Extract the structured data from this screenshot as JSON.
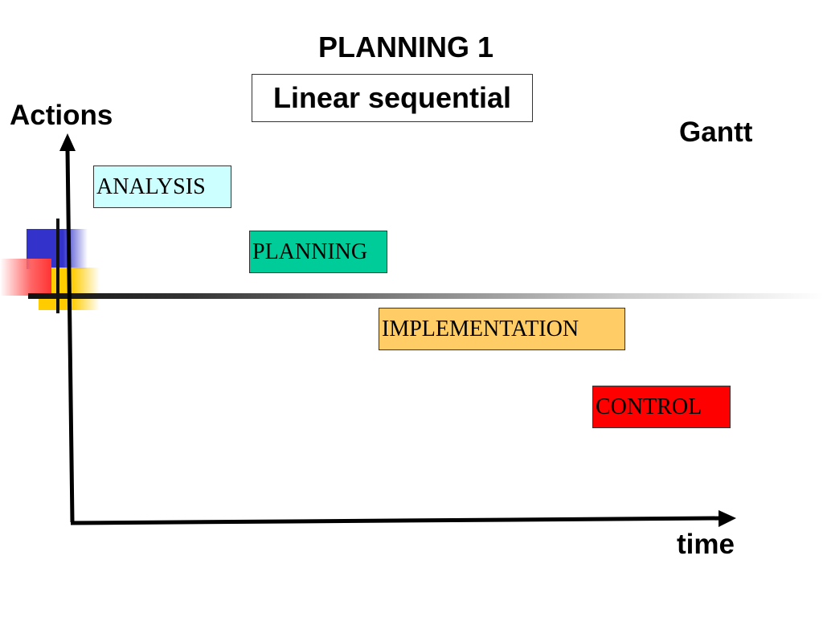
{
  "slide": {
    "title": "PLANNING 1",
    "subtitle": "Linear sequential",
    "chart_kind_label": "Gantt",
    "y_axis_label": "Actions",
    "x_axis_label": "time"
  },
  "phases": [
    {
      "label": "ANALYSIS",
      "color": "#ccffff"
    },
    {
      "label": "PLANNING",
      "color": "#00cc99"
    },
    {
      "label": "IMPLEMENTATION",
      "color": "#ffcc66"
    },
    {
      "label": "CONTROL",
      "color": "#ff0000"
    }
  ],
  "colors": {
    "axis": "#000000",
    "deco_blue": "#3333cc",
    "deco_yellow": "#ffcc00",
    "deco_red": "#ff3333"
  }
}
